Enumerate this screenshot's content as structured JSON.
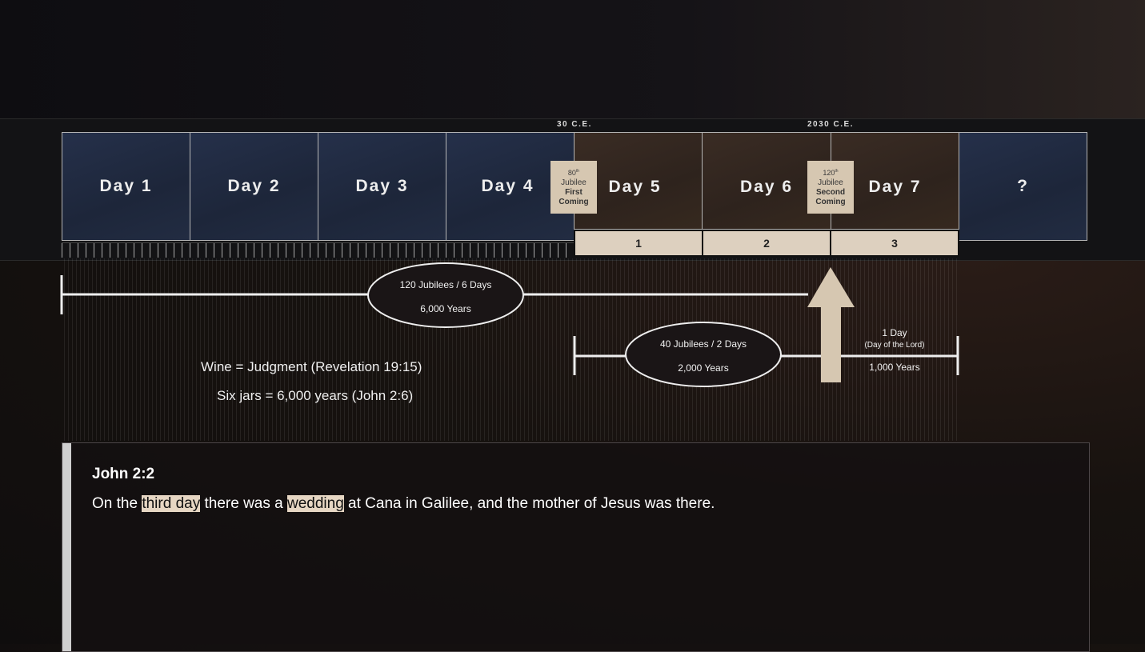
{
  "dates": {
    "first": "30 C.E.",
    "second": "2030 C.E."
  },
  "days": [
    "Day 1",
    "Day 2",
    "Day 3",
    "Day 4",
    "Day 5",
    "Day 6",
    "Day 7",
    "?"
  ],
  "numbers": [
    "1",
    "2",
    "3"
  ],
  "jubilee_first": {
    "num": "80",
    "sup": "th",
    "word": "Jubilee",
    "l1": "First",
    "l2": "Coming"
  },
  "jubilee_second": {
    "num": "120",
    "sup": "th",
    "word": "Jubilee",
    "l1": "Second",
    "l2": "Coming"
  },
  "timeline": {
    "main": {
      "l1": "120 Jubilees / 6 Days",
      "l2": "6,000 Years"
    },
    "sub": {
      "l1": "40 Jubilees / 2 Days",
      "l2": "2,000 Years"
    },
    "lord": {
      "l1": "1 Day",
      "l2": "(Day of the Lord)",
      "l3": "1,000 Years"
    }
  },
  "notes": {
    "wine": "Wine  =  Judgment (Revelation 19:15)",
    "jars": "Six jars  =  6,000 years (John 2:6)"
  },
  "quote": {
    "ref": "John 2:2",
    "p1": "On the ",
    "h1": "third day",
    "p2": " there was a ",
    "h2": "wedding",
    "p3": " at Cana in Galilee, and the mother of Jesus was there."
  }
}
